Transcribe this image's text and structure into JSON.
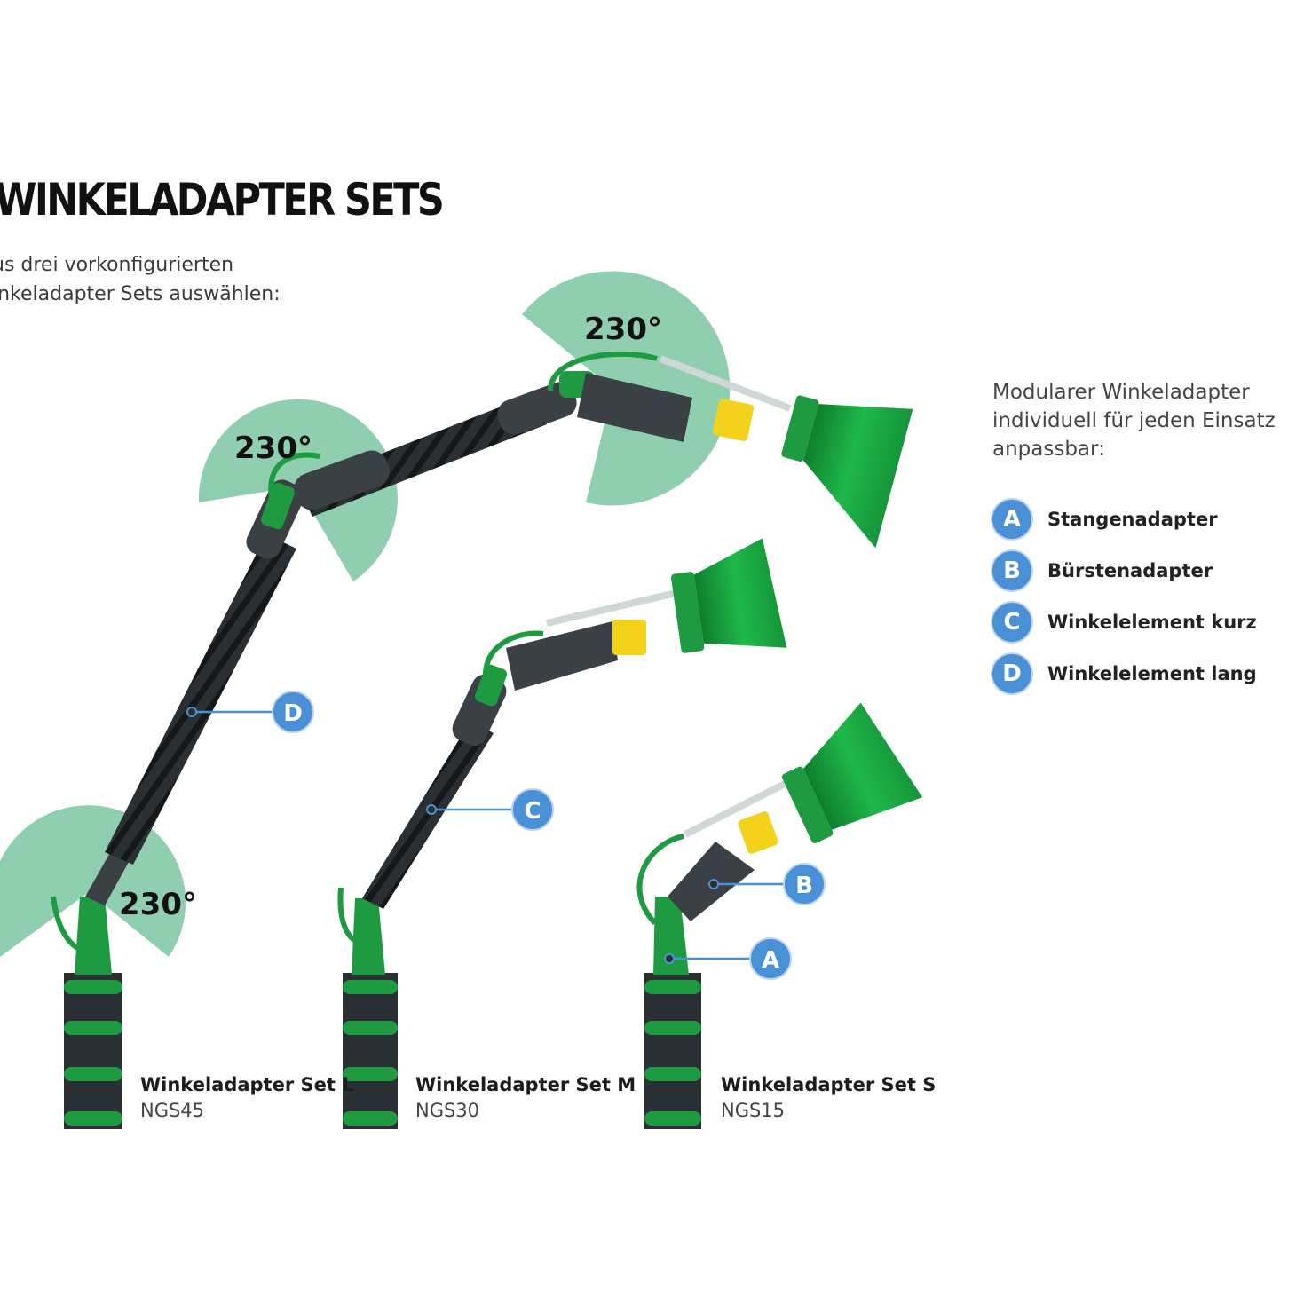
{
  "header": {
    "title": "WINKELADAPTER SETS",
    "intro_lines": [
      "us drei vorkonfigurierten",
      "inkeladapter Sets auswählen:"
    ]
  },
  "side": {
    "description_lines": [
      "Modularer Winkeladapter",
      "individuell für jeden Einsatz",
      "anpassbar:"
    ],
    "legend": [
      {
        "letter": "A",
        "label": "Stangenadapter"
      },
      {
        "letter": "B",
        "label": "Bürstenadapter"
      },
      {
        "letter": "C",
        "label": "Winkelelement kurz"
      },
      {
        "letter": "D",
        "label": "Winkelelement lang"
      }
    ]
  },
  "angles": [
    "230°",
    "230°",
    "230°"
  ],
  "callouts": [
    "D",
    "C",
    "B",
    "A"
  ],
  "sets": [
    {
      "name": "Winkeladapter Set L",
      "code": "NGS45"
    },
    {
      "name": "Winkeladapter Set M",
      "code": "NGS30"
    },
    {
      "name": "Winkeladapter Set S",
      "code": "NGS15"
    }
  ],
  "colors": {
    "angle_fill": "#8fcfb0",
    "badge_blue": "#4a90d6",
    "brush_green": "#19a640",
    "pole_dark": "#2a2f33",
    "connector_yellow": "#f2d21b"
  }
}
